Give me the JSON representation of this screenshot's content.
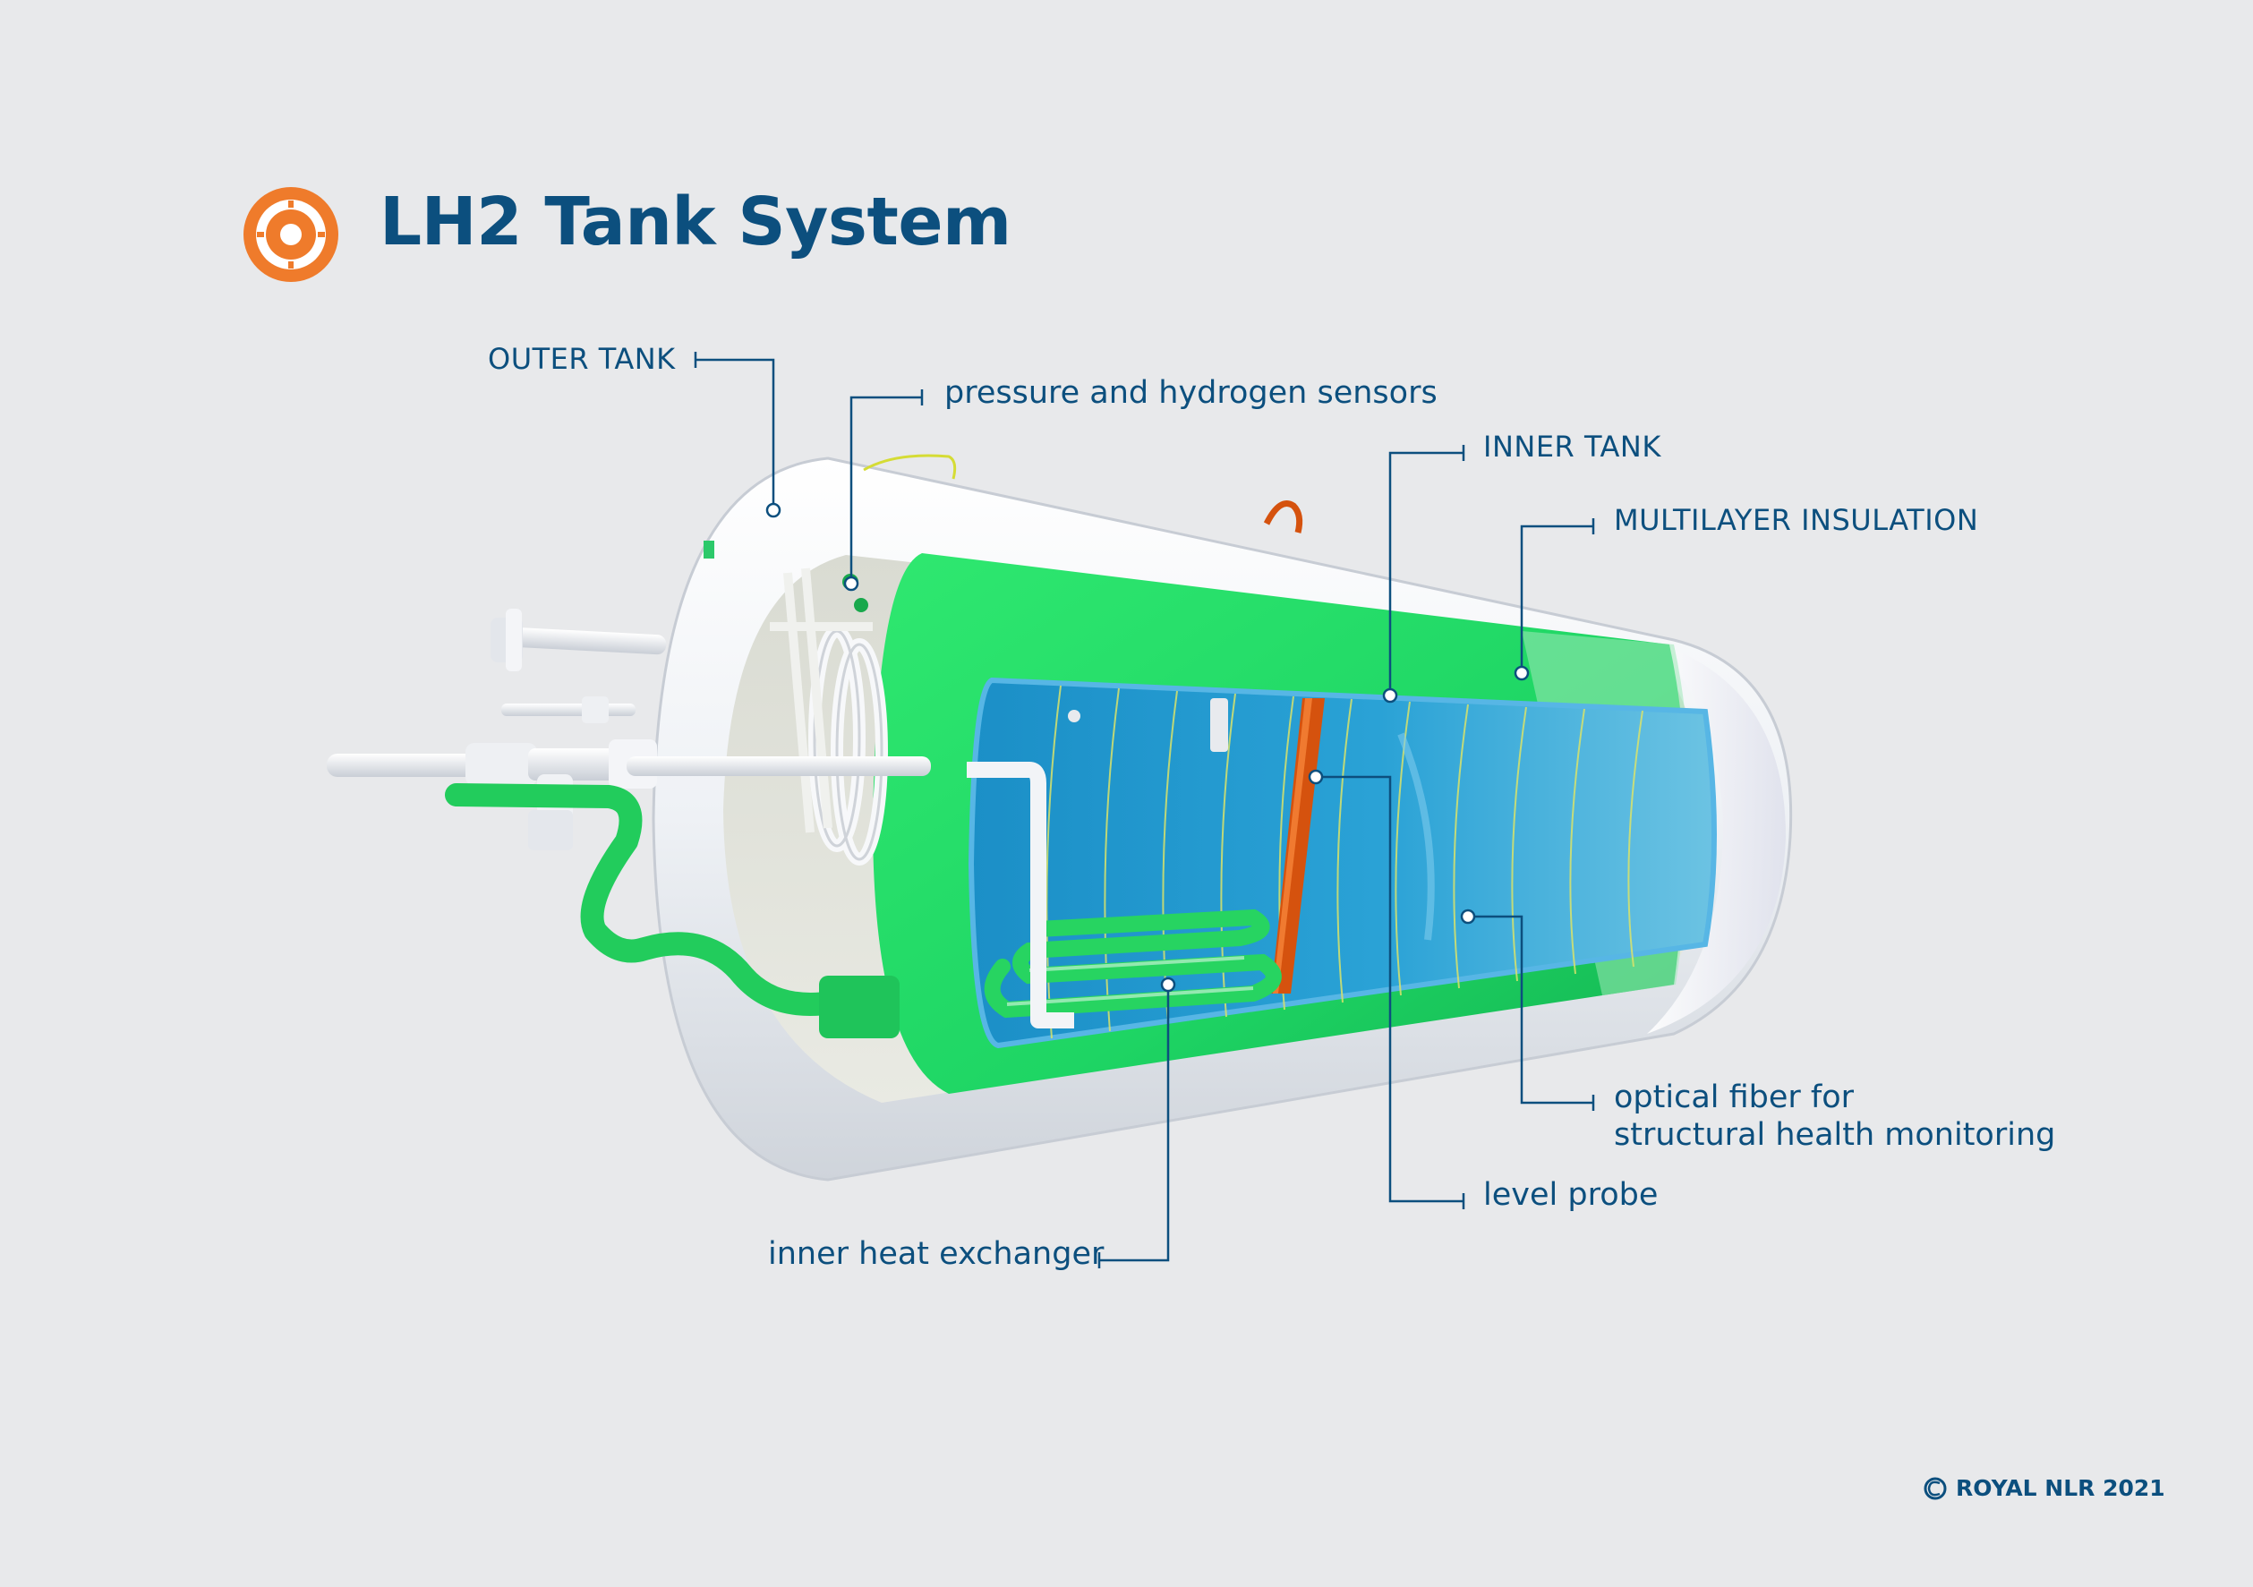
{
  "title": "LH2 Tank System",
  "copyright": "ROYAL NLR 2021",
  "colors": {
    "title_text": "#0c4f7e",
    "logo_orange": "#ef7b2b",
    "insulation_green": "#22dd66",
    "inner_tank_blue": "#2499cf",
    "outer_tank_white": "#f4f6f9",
    "level_probe_orange": "#d5520e",
    "background": "#e8e9eb"
  },
  "icons": {
    "logo": "gear-circle-icon",
    "copyright": "copyright-icon"
  },
  "labels": {
    "outer_tank": "OUTER TANK",
    "pressure_sensors": "pressure and hydrogen sensors",
    "inner_tank": "INNER TANK",
    "multilayer_insulation": "MULTILAYER INSULATION",
    "optical_fiber_line1": "optical fiber for",
    "optical_fiber_line2": "structural health monitoring",
    "level_probe": "level probe",
    "inner_heat_exchanger": "inner heat exchanger"
  }
}
